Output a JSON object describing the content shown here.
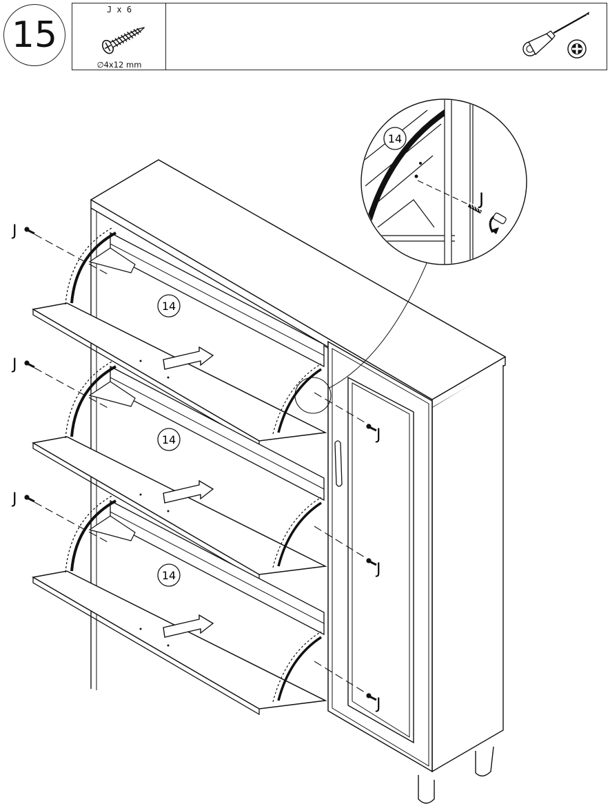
{
  "step": {
    "number": "15"
  },
  "parts": {
    "qty_label": "J x 6",
    "size_label": "∅4x12 mm",
    "icon": "screw-icon"
  },
  "tool": {
    "icon": "phillips-screwdriver-icon"
  },
  "diagram": {
    "panel_ref": "14",
    "screw_ref": "J",
    "detail_ref": "14",
    "detail_screw": "J"
  }
}
